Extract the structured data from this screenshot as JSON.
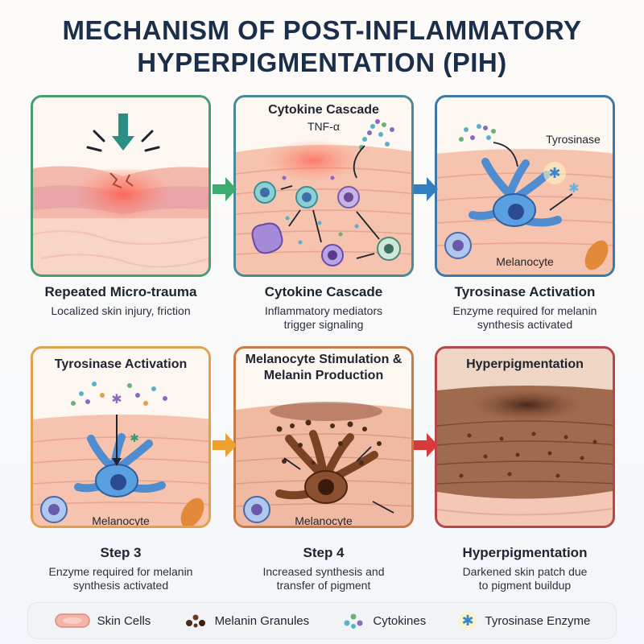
{
  "title_line1": "MECHANISM OF POST-INFLAMMATORY",
  "title_line2": "HYPERPIGMENTATION (PIH)",
  "panels": [
    {
      "title": "",
      "inner_label": "",
      "heading": "Repeated Micro-trauma",
      "desc": "Localized skin injury, friction",
      "border": "#4a9b72"
    },
    {
      "title": "Cytokine Cascade",
      "subtitle": "TNF-α",
      "inner_label": "",
      "heading": "Cytokine Cascade",
      "desc": "Inflammatory mediators trigger signaling",
      "border": "#4a8a98"
    },
    {
      "title": "",
      "tag": "Tyrosinase",
      "inner_label": "Melanocyte",
      "heading": "Tyrosinase Activation",
      "desc": "Enzyme required for melanin synthesis activated",
      "border": "#3c78a8"
    },
    {
      "title": "Tyrosinase Activation",
      "inner_label": "Melanocyte",
      "heading": "Step 3",
      "desc": "Enzyme required for melanin synthesis activated",
      "border": "#e0a04c"
    },
    {
      "title": "Melanocyte Stimulation & Melanin Production",
      "inner_label": "Melanocyte",
      "heading": "Step 4",
      "desc": "Increased synthesis and transfer of pigment",
      "border": "#c67a44"
    },
    {
      "title": "Hyperpigmentation",
      "inner_label": "",
      "heading": "Hyperpigmentation",
      "desc": "Darkened skin patch due to pigment buildup",
      "border": "#b3474a"
    }
  ],
  "arrows": [
    {
      "color": "#3bab6e"
    },
    {
      "color": "#2f7fc0"
    },
    {
      "color": "#f0a030"
    },
    {
      "color": "#d83a3a"
    }
  ],
  "legend": [
    {
      "label": "Skin Cells",
      "icon": "skin-cell-icon"
    },
    {
      "label": "Melanin Granules",
      "icon": "melanin-granules-icon"
    },
    {
      "label": "Cytokines",
      "icon": "cytokines-icon"
    },
    {
      "label": "Tyrosinase Enzyme",
      "icon": "tyrosinase-enzyme-icon"
    }
  ]
}
